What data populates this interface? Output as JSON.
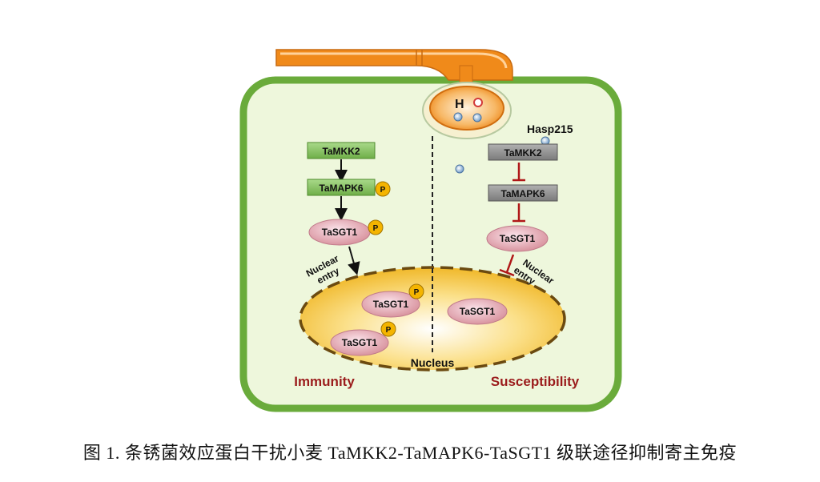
{
  "caption": "图 1. 条锈菌效应蛋白干扰小麦 TaMKK2-TaMAPK6-TaSGT1 级联途径抑制寄主免疫",
  "fungus": {
    "haustorium_label": "H",
    "effector_label": "Hasp215"
  },
  "left_pathway": {
    "mkk2": "TaMKK2",
    "mapk6": "TaMAPK6",
    "sgt1": "TaSGT1",
    "phospho": "P",
    "nuclear_entry_line1": "Nuclear",
    "nuclear_entry_line2": "entry",
    "nucleus_sgt1_a": "TaSGT1",
    "nucleus_sgt1_b": "TaSGT1",
    "outcome": "Immunity"
  },
  "right_pathway": {
    "mkk2": "TaMKK2",
    "mapk6": "TaMAPK6",
    "sgt1": "TaSGT1",
    "nuclear_entry_line1": "Nuclear",
    "nuclear_entry_line2": "entry",
    "nucleus_sgt1": "TaSGT1",
    "outcome": "Susceptibility"
  },
  "nucleus_label": "Nucleus",
  "colors": {
    "cell_wall": "#6aab3b",
    "cytoplasm": "#eef7dc",
    "active_box": "#8cc466",
    "inactive_box": "#8a8a8a",
    "protein": "#e9b5c5",
    "phospho": "#f4b400",
    "nucleus": "#f5c542",
    "fungus": "#f08a1a",
    "outcome": "#9b1c1c",
    "inhibit": "#b01818"
  }
}
